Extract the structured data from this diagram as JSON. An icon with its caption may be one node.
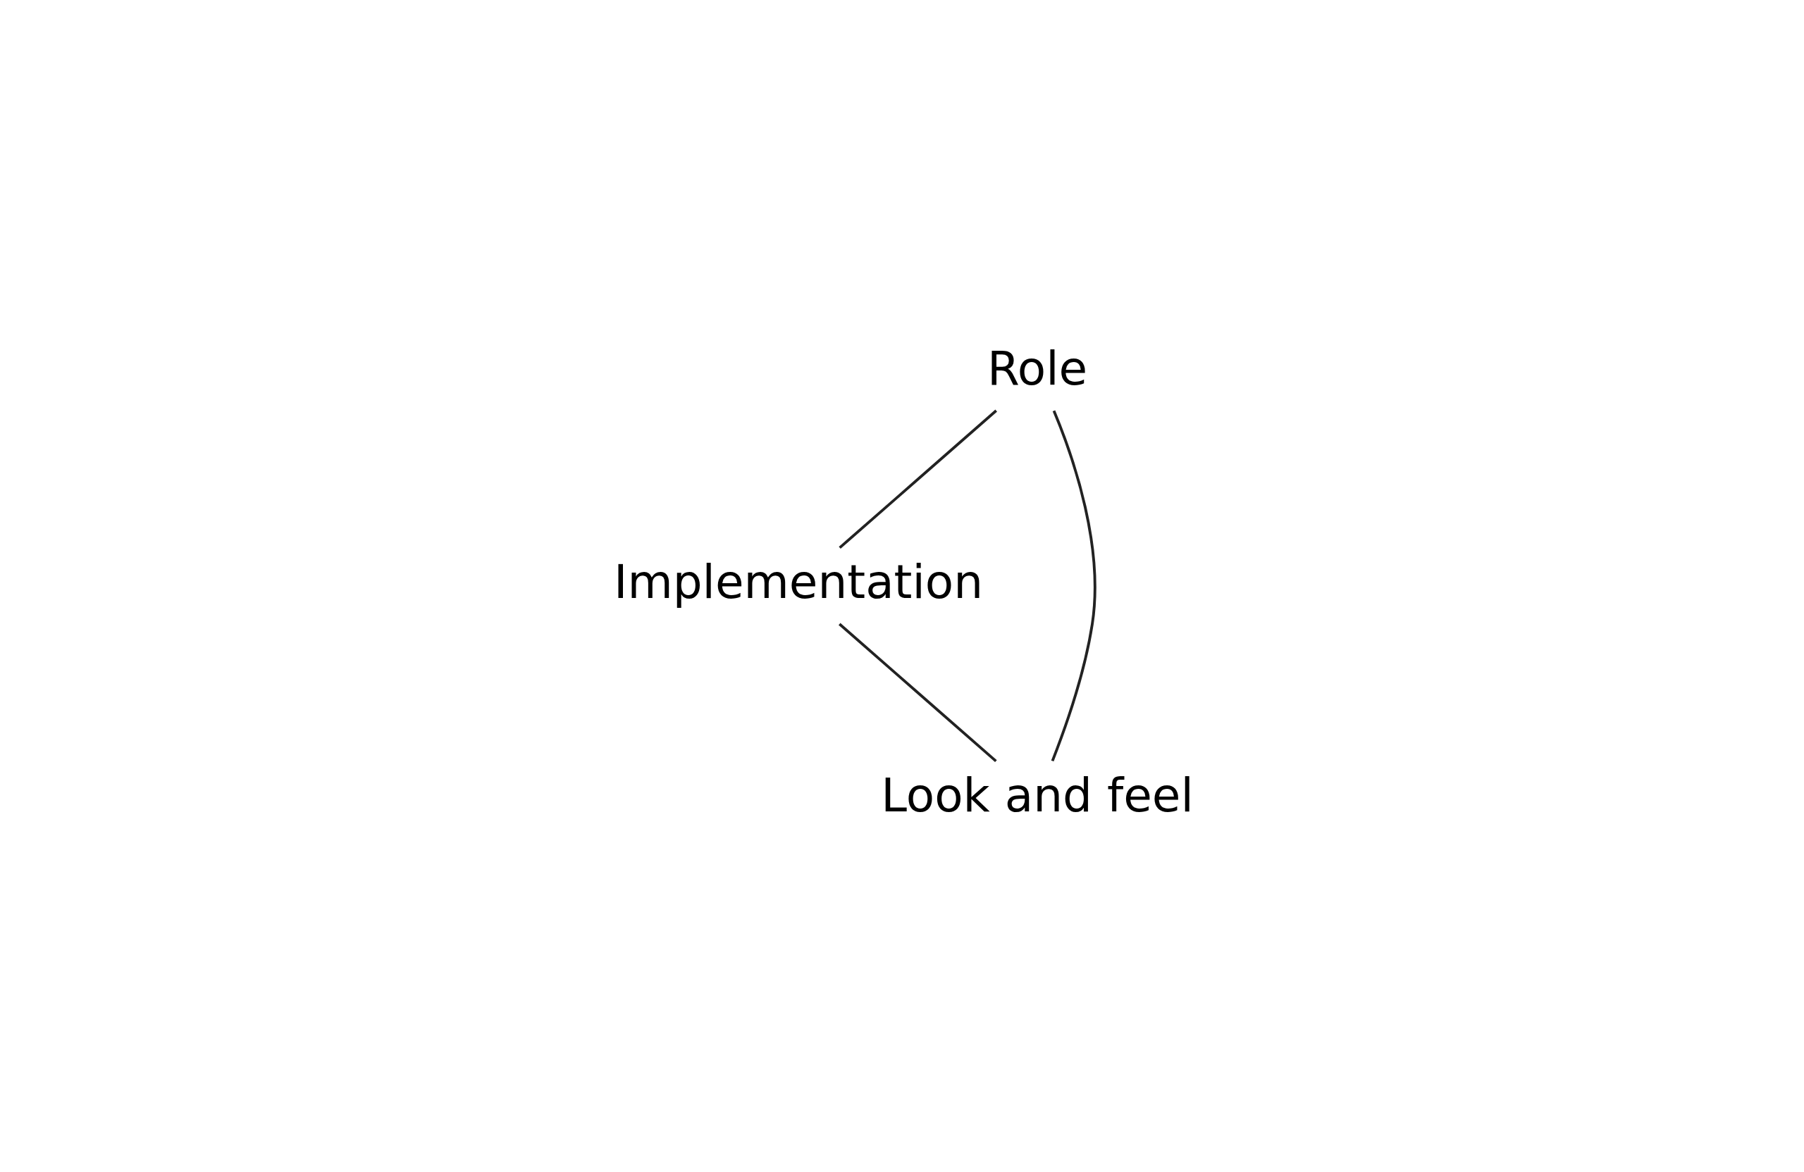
{
  "diagram": {
    "nodes": [
      {
        "text": [
          "Role"
        ]
      },
      {
        "text": [
          "Implementation"
        ]
      },
      {
        "text": [
          "Look and feel"
        ]
      }
    ],
    "edges": [
      {
        "from": 0,
        "to": 1,
        "arrow": "none"
      },
      {
        "from": 1,
        "to": 2,
        "arrow": "none"
      },
      {
        "from": 2,
        "to": 0,
        "arrow": "none"
      }
    ]
  }
}
